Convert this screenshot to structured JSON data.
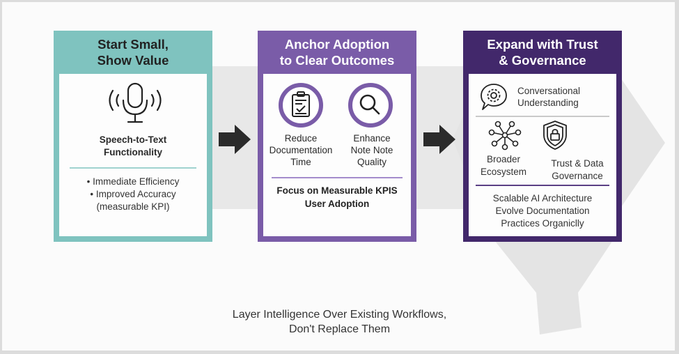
{
  "colors": {
    "teal": "#7fc3bf",
    "purple": "#7a5ca8",
    "deep_purple": "#42286b",
    "arrow": "#2b2b2b",
    "band": "#e6e6e6"
  },
  "steps": [
    {
      "title_line1": "Start Small,",
      "title_line2": "Show Value",
      "icon": "microphone-icon",
      "feature_line1": "Speech-to-Text",
      "feature_line2": "Functionality",
      "bullets": [
        "• Immediate Efficiency",
        "• Improved Accuracy"
      ],
      "bullet_note": "(measurable KPI)"
    },
    {
      "title_line1": "Anchor Adoption",
      "title_line2": "to Clear Outcomes",
      "items": [
        {
          "icon": "clipboard-check-icon",
          "line1": "Reduce",
          "line2": "Documentation",
          "line3": "Time"
        },
        {
          "icon": "magnifier-icon",
          "line1": "Enhance",
          "line2": "Note Note",
          "line3": "Quality"
        }
      ],
      "focus_line1": "Focus on Measurable KPIS",
      "focus_line2": "User Adoption"
    },
    {
      "title_line1": "Expand with Trust",
      "title_line2": "& Governance",
      "conversational": {
        "icon": "gear-speech-icon",
        "line1": "Conversational",
        "line2": "Understanding"
      },
      "items": [
        {
          "icon": "network-icon",
          "line1": "Broader",
          "line2": "Ecosystem"
        },
        {
          "icon": "shield-lock-icon",
          "line1": "Trust & Data",
          "line2": "Governance"
        }
      ],
      "summary": [
        "Scalable AI Architecture",
        "Evolve Documentation",
        "Practices Organiclly"
      ]
    }
  ],
  "footer": {
    "line1": "Layer Intelligence Over Existing Workflows,",
    "line2": "Don't Replace Them"
  }
}
